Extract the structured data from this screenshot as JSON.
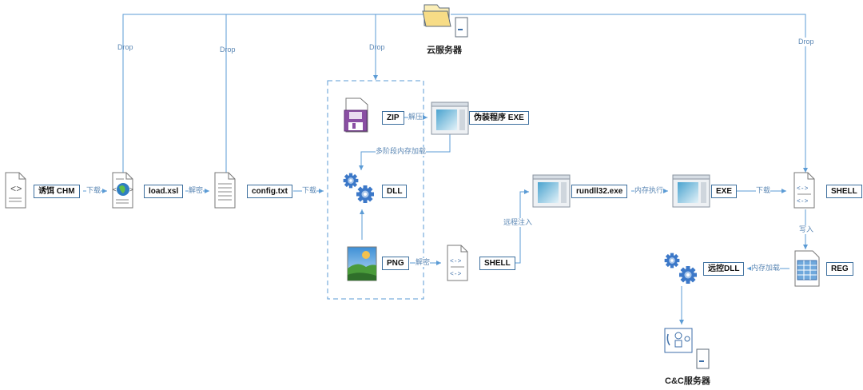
{
  "nodes": {
    "cloud_server": "云服务器",
    "lure_chm": "诱饵 CHM",
    "load_xsl": "load.xsl",
    "config_txt": "config.txt",
    "zip": "ZIP",
    "fake_exe": "伪装程序 EXE",
    "dll": "DLL",
    "png": "PNG",
    "shell_mid": "SHELL",
    "rundll32": "rundll32.exe",
    "exe": "EXE",
    "shell_right": "SHELL",
    "reg": "REG",
    "remote_dll": "远控DLL",
    "cc_server": "C&C服务器"
  },
  "edges": {
    "drop1": "Drop",
    "drop2": "Drop",
    "drop3": "Drop",
    "drop4": "Drop",
    "download1": "下载",
    "decrypt1": "解密",
    "download2": "下载",
    "unzip": "解压",
    "multistage": "多阶段内存加载",
    "decrypt2": "解密",
    "remote_inject": "远程注入",
    "mem_exec": "内存执行",
    "download3": "下载",
    "write": "写入",
    "mem_load": "内存加载"
  },
  "colors": {
    "line": "#5b9bd5",
    "label_border": "#3d6f9e",
    "edge_text": "#5b87b4",
    "gear": "#3c78c8"
  }
}
